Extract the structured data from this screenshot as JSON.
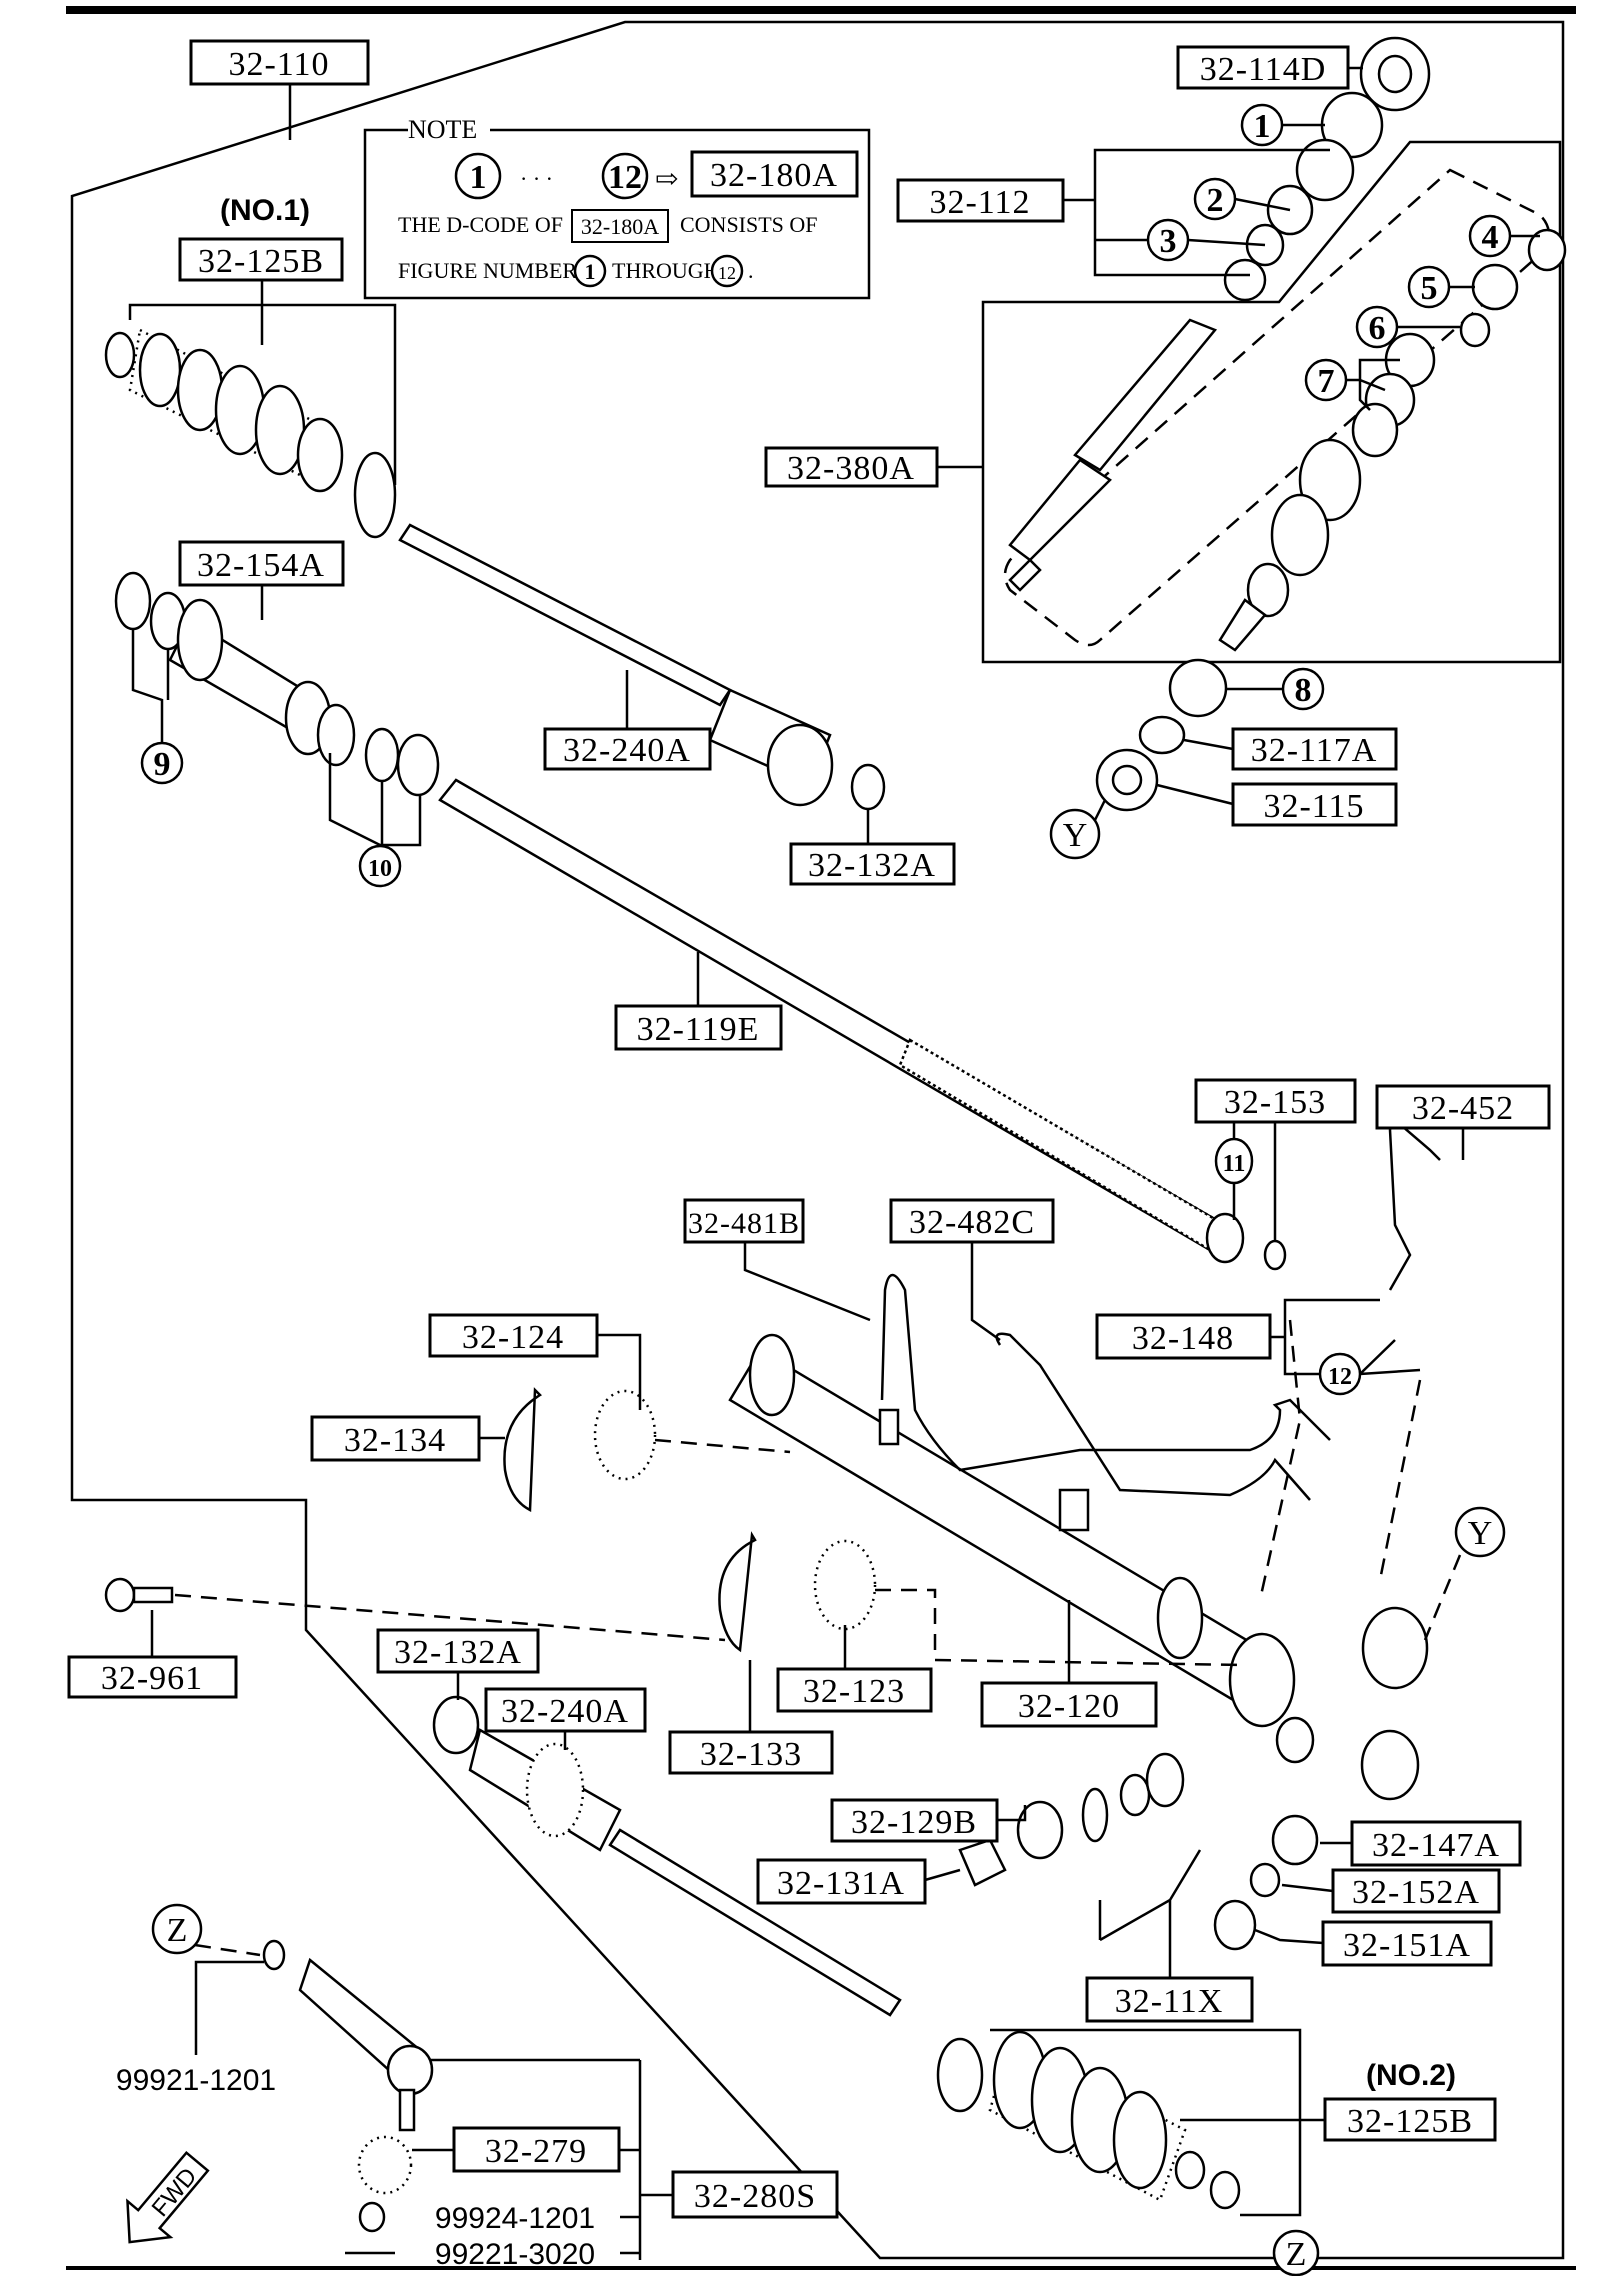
{
  "diagram": {
    "title": "Steering Gear & Linkage Exploded Parts Diagram",
    "note": {
      "heading": "NOTE",
      "range_start": "1",
      "range_dots": "· · ·",
      "range_end": "12",
      "arrow": "⇨",
      "target_code": "32-180A",
      "line1_pre": "THE D-CODE OF",
      "line1_code": "32-180A",
      "line1_post": "CONSISTS OF",
      "line2_pre": "FIGURE NUMBERS",
      "line2_from": "1",
      "line2_mid": "THROUGH",
      "line2_to": "12",
      "line2_end": "."
    },
    "part_labels": {
      "p110": "32-110",
      "p125b_1": "32-125B",
      "p125b_1_tag": "(NO.1)",
      "p114d": "32-114D",
      "p112": "32-112",
      "p380a": "32-380A",
      "p154a": "32-154A",
      "p240a_1": "32-240A",
      "p132a_1": "32-132A",
      "p117a": "32-117A",
      "p115": "32-115",
      "p119e": "32-119E",
      "p153": "32-153",
      "p452": "32-452",
      "p481b": "32-481B",
      "p482c": "32-482C",
      "p148": "32-148",
      "p124": "32-124",
      "p134": "32-134",
      "p961": "32-961",
      "p132a_2": "32-132A",
      "p240a_2": "32-240A",
      "p123": "32-123",
      "p133": "32-133",
      "p120": "32-120",
      "p129b": "32-129B",
      "p131a": "32-131A",
      "p147a": "32-147A",
      "p152a": "32-152A",
      "p151a": "32-151A",
      "p11x": "32-11X",
      "p125b_2": "32-125B",
      "p125b_2_tag": "(NO.2)",
      "p279": "32-279",
      "p280s": "32-280S",
      "std_99921": "99921-1201",
      "std_99924": "99924-1201",
      "std_99221": "99221-3020"
    },
    "figure_numbers": [
      "1",
      "2",
      "3",
      "4",
      "5",
      "6",
      "7",
      "8",
      "9",
      "10",
      "11",
      "12"
    ],
    "reference_markers": {
      "y": "Y",
      "z": "Z"
    },
    "direction_indicator": "FWD"
  }
}
